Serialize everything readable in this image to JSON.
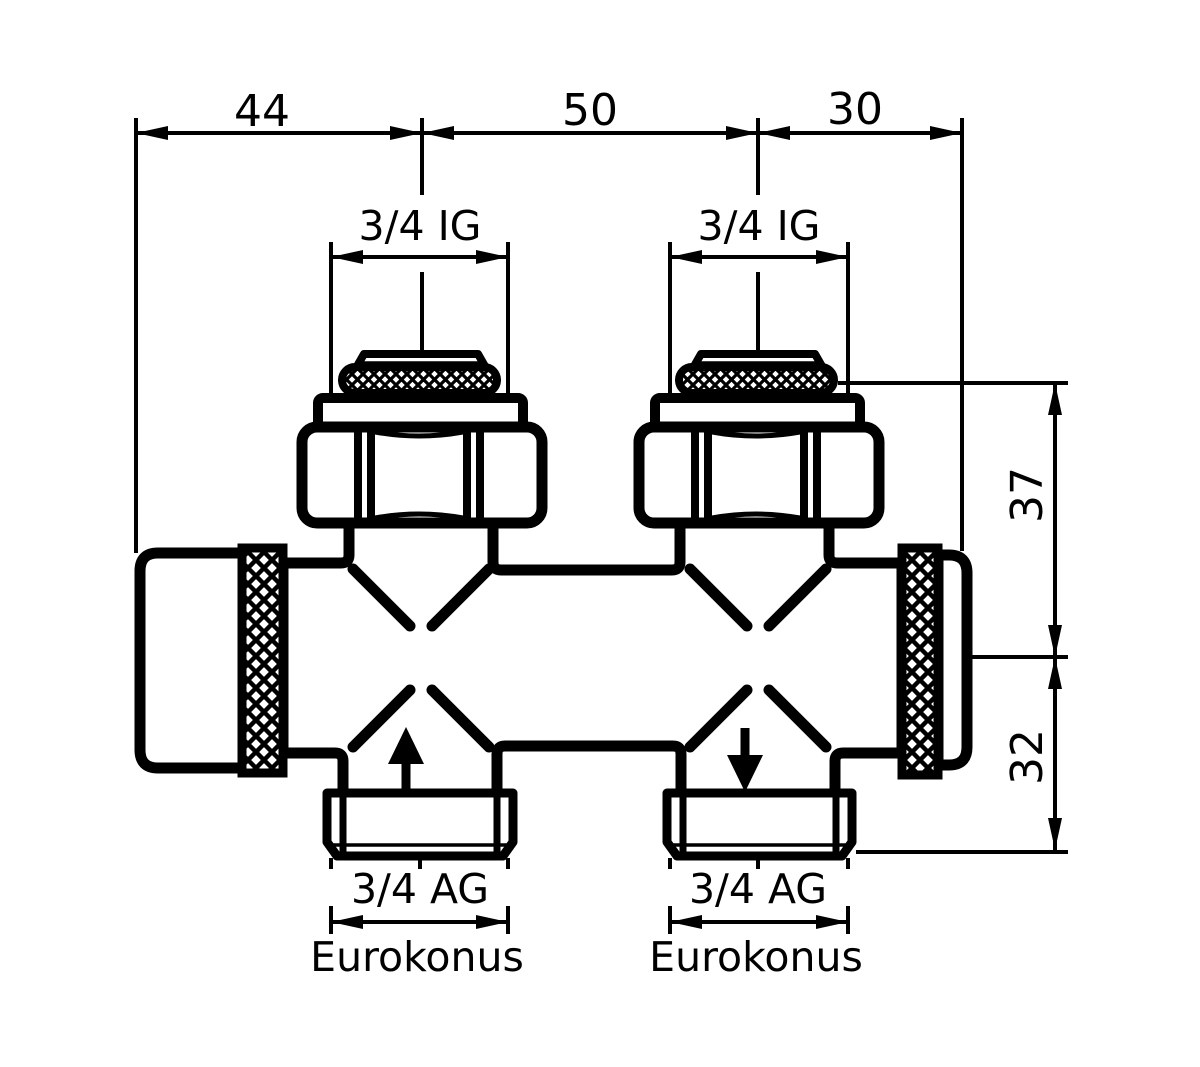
{
  "drawing_type": "technical-dimension-drawing",
  "colors": {
    "line": "#000000",
    "background": "#ffffff"
  },
  "labels": {
    "dim44": "44",
    "dim50": "50",
    "dim30": "30",
    "dim37": "37",
    "dim32": "32",
    "threadTopLeft": "3/4 IG",
    "threadTopRight": "3/4 IG",
    "threadBottomLeft": "3/4 AG",
    "threadBottomRight": "3/4 AG",
    "euroLeft": "Eurokonus",
    "euroRight": "Eurokonus"
  }
}
